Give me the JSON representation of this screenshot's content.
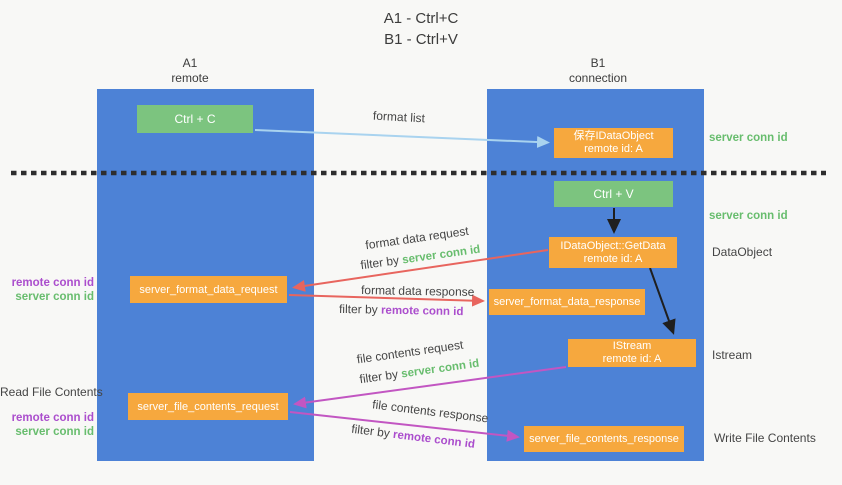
{
  "title": {
    "line1": "A1 - Ctrl+C",
    "line2": "B1 - Ctrl+V"
  },
  "columns": {
    "left": {
      "name": "A1",
      "subtitle": "remote"
    },
    "right": {
      "name": "B1",
      "subtitle": "connection"
    }
  },
  "boxes": {
    "ctrl_c": "Ctrl + C",
    "ctrl_v": "Ctrl + V",
    "save_dataobject": {
      "line1": "保存IDataObject",
      "line2": "remote id: A"
    },
    "getdata": {
      "line1": "IDataObject::GetData",
      "line2": "remote id: A"
    },
    "istream": {
      "line1": "IStream",
      "line2": "remote id: A"
    },
    "format_request": "server_format_data_request",
    "format_response": "server_format_data_response",
    "file_request": "server_file_contents_request",
    "file_response": "server_file_contents_response"
  },
  "labels": {
    "format_list": "format list",
    "filter_by": "filter by ",
    "server_conn_id": "server conn id",
    "remote_conn_id": "remote conn id",
    "format_data_request": "format data request",
    "format_data_response": "format data response",
    "file_contents_request": "file contents request",
    "file_contents_response": "file contents response",
    "dataobject_side": "DataObject",
    "istream_side": "Istream",
    "read_file_contents": "Read File Contents",
    "write_file_contents": "Write File Contents",
    "server_conn_id_right_top": "server conn id",
    "server_conn_id_right_mid": "server conn id"
  },
  "colors": {
    "column_blue": "#4d82d6",
    "box_green": "#7cc47f",
    "box_orange": "#f6a83e",
    "label_green": "#68bd6e",
    "label_purple": "#ab4ecd",
    "arrow_lightblue": "#a9d3ef",
    "arrow_red": "#e8655e",
    "arrow_magenta": "#c256c2",
    "arrow_black": "#1f1f1f",
    "dotted_line": "#2e2e2e",
    "background": "#f8f8f6"
  }
}
